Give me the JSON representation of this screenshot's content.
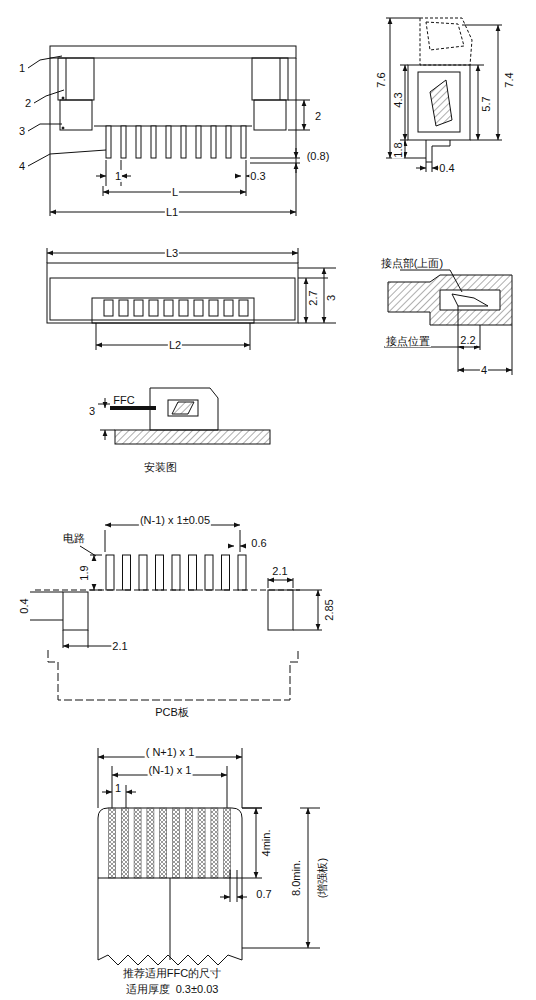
{
  "diagram": {
    "labels": [
      "1",
      "2",
      "3",
      "4",
      "2",
      "(0.8)",
      "1",
      "0.3",
      "L",
      "L1",
      "7.6",
      "4.3",
      "1.8",
      "5.7",
      "7.4",
      "0.4",
      "L3",
      "2.7",
      "3",
      "L2",
      "接点部(上面)",
      "接点位置",
      "2.2",
      "4",
      "3",
      "FFC",
      "安装图",
      "(N-1) x 1±0.05",
      "电路",
      "0.6",
      "1.9",
      "2.1",
      "0.4",
      "2.85",
      "2.1",
      "PCB板",
      "( N+1) x 1",
      "(N-1) x 1",
      "1",
      "4min.",
      "8.0min.",
      "(增强板)",
      "0.7",
      "推荐适用FFC的尺寸",
      "适用厚度  0.3±0.03"
    ]
  }
}
